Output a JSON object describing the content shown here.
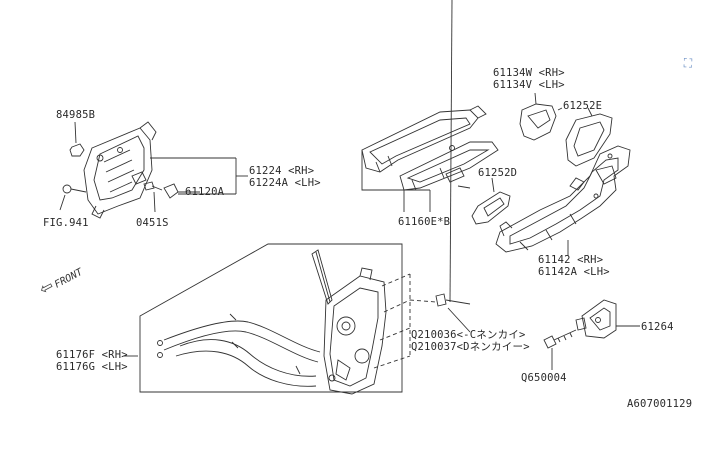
{
  "diagram": {
    "labels": {
      "p84985b": "84985B",
      "fig941": "FIG.941",
      "p0451s": "0451S",
      "p61120a": "61120A",
      "p61224": "61224  <RH>",
      "p61224a": "61224A <LH>",
      "p61134w": "61134W <RH>",
      "p61134v": "61134V <LH>",
      "p61252e": "61252E",
      "p61252d": "61252D",
      "p61160e": "61160E*B",
      "p61142": "61142  <RH>",
      "p61142a": "61142A <LH>",
      "front": "FRONT",
      "p61176f": "61176F <RH>",
      "p61176g": "61176G <LH>",
      "q210036": "Q210036<-Cネンカイ>",
      "q210037": "Q210037<Dネンカイー>",
      "p61264": "61264",
      "q650004": "Q650004",
      "catalog": "A607001129"
    },
    "toolbar_icon": "crop-expand-icon"
  }
}
